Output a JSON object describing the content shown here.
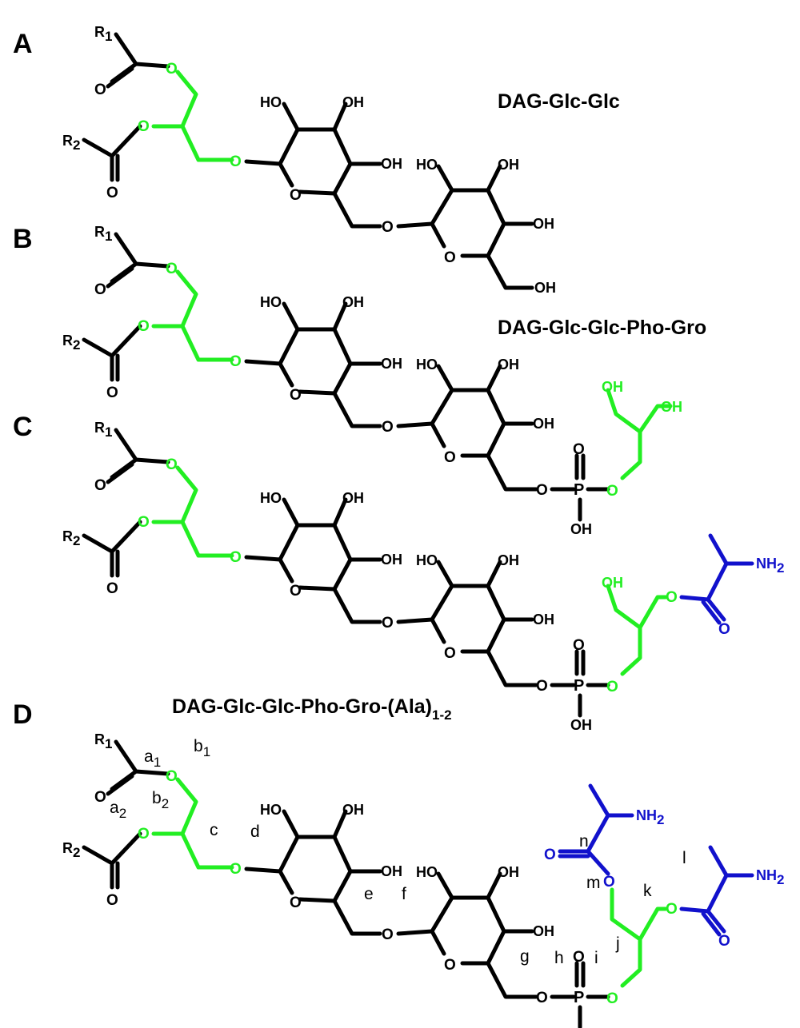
{
  "colors": {
    "core": "#000000",
    "glycerol": "#22ee22",
    "alanine": "#1111cc"
  },
  "panels": [
    {
      "letter": "A",
      "name": "DAG-Glc-Glc",
      "name_sub": ""
    },
    {
      "letter": "B",
      "name": "DAG-Glc-Glc-Pho-Gro",
      "name_sub": ""
    },
    {
      "letter": "C",
      "name": "",
      "name_sub": ""
    },
    {
      "letter": "D",
      "name": "DAG-Glc-Glc-Pho-Gro-(Ala)",
      "name_sub": "1-2"
    }
  ],
  "atoms": {
    "r1": "R",
    "r1_sub": "1",
    "r2": "R",
    "r2_sub": "2",
    "oxygen": "O",
    "hydroxyl": "OH",
    "hydroxyl_left": "HO",
    "phosphorus": "P",
    "amine": "NH",
    "amine_sub": "2"
  },
  "cleavage_labels": {
    "a1": "a",
    "a1_sub": "1",
    "a2": "a",
    "a2_sub": "2",
    "b1": "b",
    "b1_sub": "1",
    "b2": "b",
    "b2_sub": "2",
    "c": "c",
    "d": "d",
    "e": "e",
    "f": "f",
    "g": "g",
    "h": "h",
    "i": "i",
    "j": "j",
    "k": "k",
    "l": "l",
    "m": "m",
    "n": "n"
  }
}
